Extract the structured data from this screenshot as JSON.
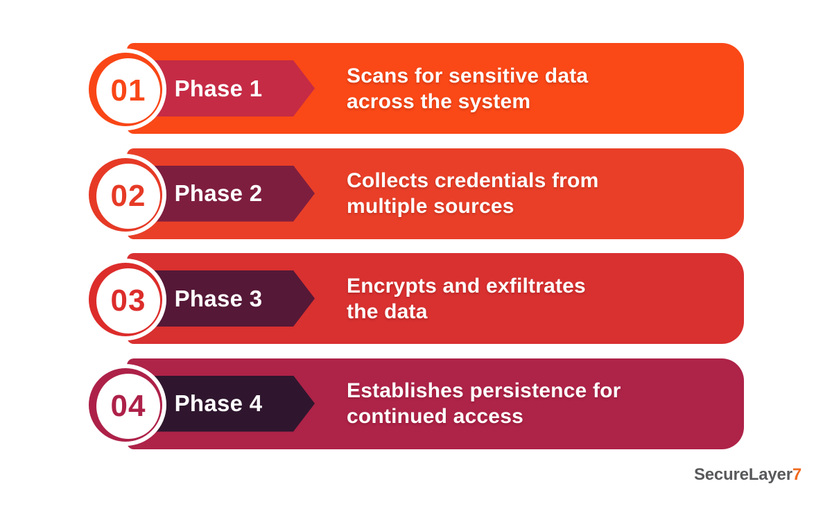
{
  "canvas": {
    "background": "#ffffff"
  },
  "phases": [
    {
      "number": "01",
      "label": "Phase 1",
      "description_lines": [
        "Scans for sensitive data",
        "across the system"
      ],
      "colors": {
        "bar": "#FA4817",
        "arrow": "#C52B45",
        "ring": "#F94616",
        "number": "#F94616"
      }
    },
    {
      "number": "02",
      "label": "Phase 2",
      "description_lines": [
        "Collects credentials from",
        "multiple sources"
      ],
      "colors": {
        "bar": "#E93F28",
        "arrow": "#7E1E3E",
        "ring": "#E63A26",
        "number": "#E63A26"
      }
    },
    {
      "number": "03",
      "label": "Phase 3",
      "description_lines": [
        "Encrypts and exfiltrates",
        "the data"
      ],
      "colors": {
        "bar": "#D93030",
        "arrow": "#551837",
        "ring": "#DC2D2B",
        "number": "#DC2D2B"
      }
    },
    {
      "number": "04",
      "label": "Phase 4",
      "description_lines": [
        "Establishes persistence for",
        "continued access"
      ],
      "colors": {
        "bar": "#AE2348",
        "arrow": "#2F162E",
        "ring": "#AD2148",
        "number": "#AD2148"
      }
    }
  ],
  "logo": {
    "text_main": "SecureLayer",
    "text_accent": "7",
    "main_color": "#58595B",
    "accent_color": "#F16A21"
  }
}
